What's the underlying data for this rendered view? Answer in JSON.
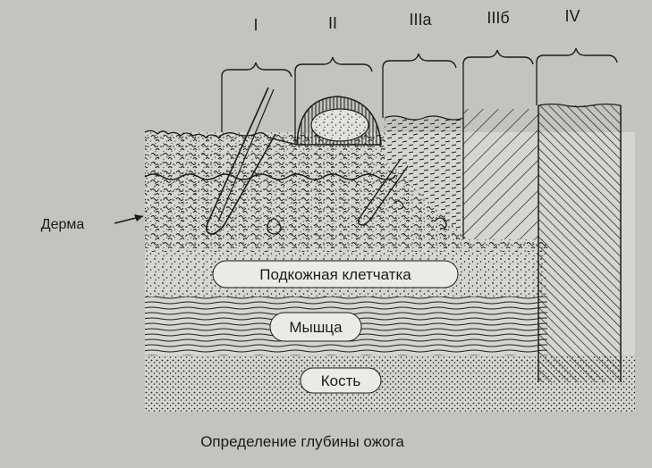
{
  "diagram": {
    "degree_labels": [
      "I",
      "II",
      "IIIа",
      "IIIб",
      "IV"
    ],
    "layers": {
      "subcutaneous": "Подкожная клетчатка",
      "muscle": "Мышца",
      "bone": "Кость"
    },
    "side_label": "Дерма",
    "caption": "Определение глубины ожога"
  },
  "colors": {
    "paper": "#c4c3bd",
    "ink": "#1b1b1b",
    "label_fill": "#ebeae5"
  }
}
